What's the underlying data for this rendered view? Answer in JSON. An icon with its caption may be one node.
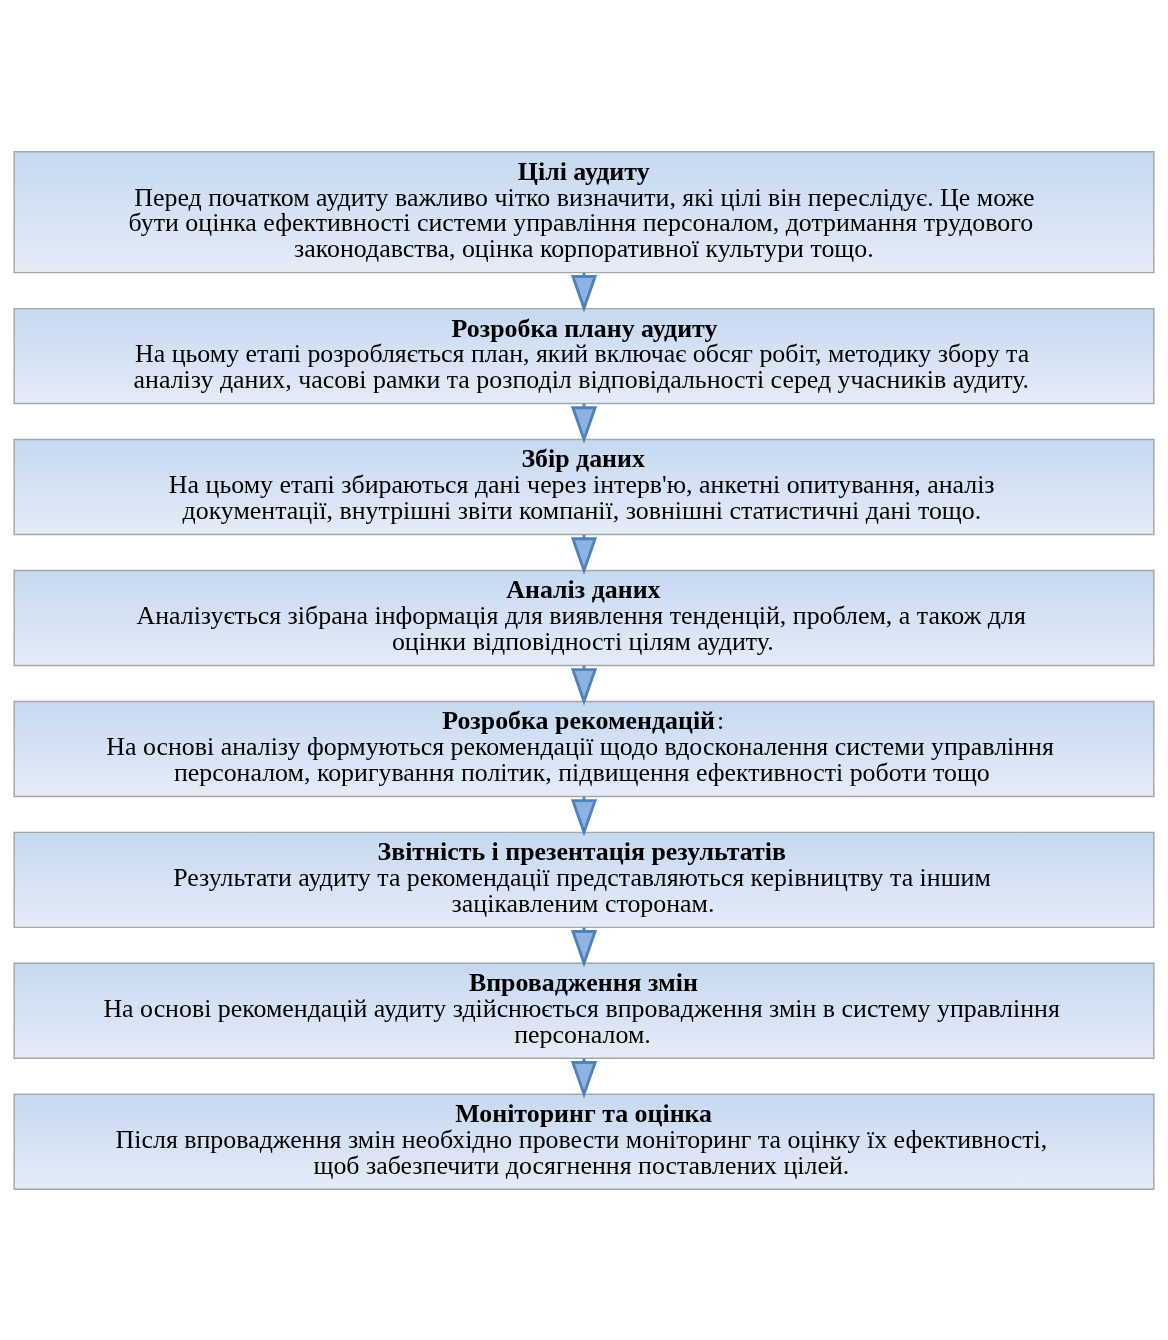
{
  "diagram": {
    "nodes": [
      {
        "text": [
          "Цілі аудиту",
          "Перед початком аудиту важливо чітко визначити, які цілі він переслідує. Це може бути оцінка ефективності системи управління персоналом, дотримання трудового законодавства, оцінка корпоративної культури тощо."
        ]
      },
      {
        "text": [
          "Розробка плану аудиту",
          "На цьому етапі розробляється план, який включає обсяг робіт, методику збору та аналізу даних, часові рамки та розподіл відповідальності серед учасників аудиту."
        ]
      },
      {
        "text": [
          "Збір даних",
          "На цьому етапі збираються дані через інтерв'ю, анкетні опитування, аналіз документації, внутрішні звіти компанії, зовнішні статистичні дані тощо."
        ]
      },
      {
        "text": [
          "Аналіз даних",
          "Аналізується зібрана інформація для виявлення тенденцій, проблем, а також для оцінки відповідності цілям аудиту."
        ]
      },
      {
        "text": [
          "**Розробка рекомендацій**:",
          "На основі аналізу формуються рекомендації щодо вдосконалення системи управління персоналом, коригування політик, підвищення ефективності роботи тощо"
        ]
      },
      {
        "text": [
          "Звітність і презентація результатів",
          "Результати аудиту та рекомендації представляються керівництву та іншим зацікавленим сторонам."
        ]
      },
      {
        "text": [
          "Впровадження змін",
          "На основі рекомендацій аудиту здійснюється впровадження змін в систему управління персоналом."
        ]
      },
      {
        "text": [
          "Моніторинг та оцінка",
          "Після впровадження змін необхідно провести моніторинг та оцінку їх ефективності, щоб забезпечити досягнення поставлених цілей."
        ]
      }
    ],
    "edges": [
      {
        "from": 0,
        "to": 1,
        "arrow": "to"
      },
      {
        "from": 1,
        "to": 2,
        "arrow": "to"
      },
      {
        "from": 2,
        "to": 3,
        "arrow": "to"
      },
      {
        "from": 3,
        "to": 4,
        "arrow": "to"
      },
      {
        "from": 4,
        "to": 5,
        "arrow": "to"
      },
      {
        "from": 5,
        "to": 6,
        "arrow": "to"
      },
      {
        "from": 6,
        "to": 7,
        "arrow": "to"
      }
    ]
  }
}
